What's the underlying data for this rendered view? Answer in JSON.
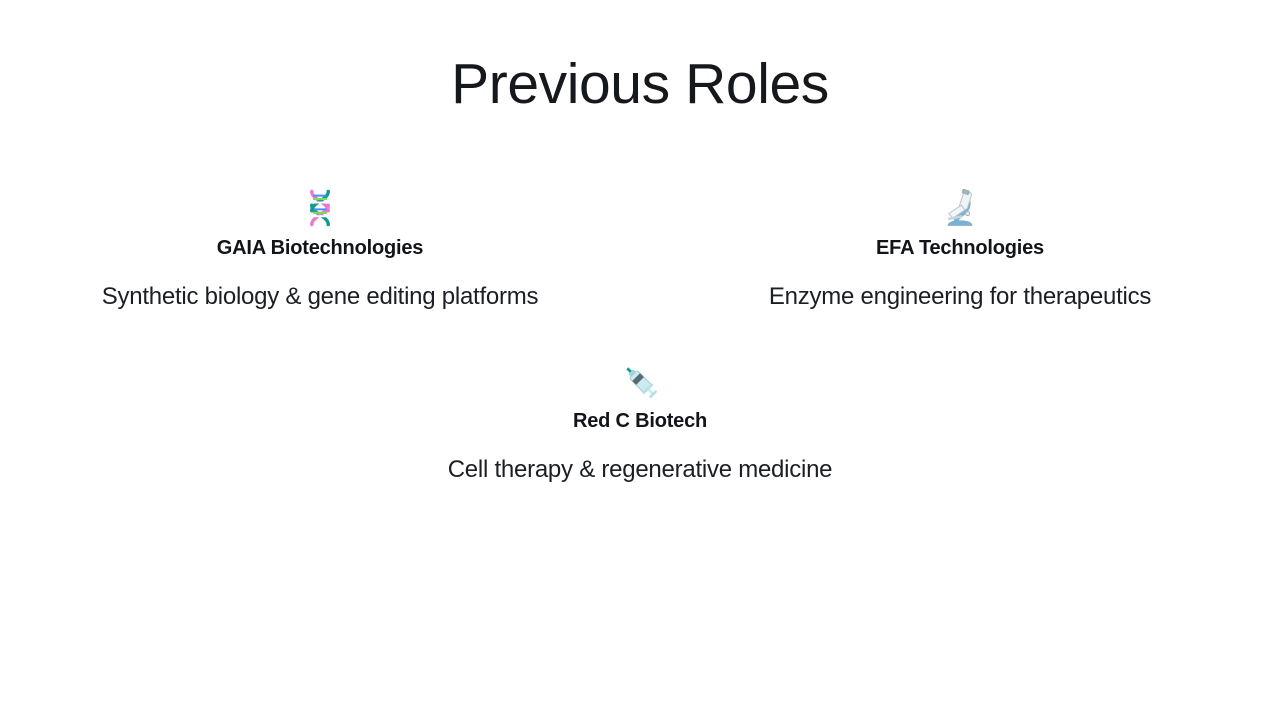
{
  "slide": {
    "title": "Previous Roles",
    "background_color": "#ffffff",
    "text_color": "#111418"
  },
  "roles": [
    {
      "icon": "dna-icon",
      "icon_glyph": "🧬",
      "name": "GAIA Biotechnologies",
      "description": "Synthetic biology & gene editing platforms",
      "layout": "half"
    },
    {
      "icon": "microscope-icon",
      "icon_glyph": "🔬",
      "name": "EFA Technologies",
      "description": "Enzyme engineering for therapeutics",
      "layout": "half"
    },
    {
      "icon": "syringe-icon",
      "icon_glyph": "💉",
      "name": "Red C Biotech",
      "description": "Cell therapy & regenerative medicine",
      "layout": "full"
    }
  ],
  "icon_colors": {
    "dna_pink": "#e879cf",
    "dna_teal": "#0f9b8e",
    "dna_blue": "#4f8ef7",
    "dna_green": "#7ed957",
    "microscope_blue": "#7cb2cf",
    "microscope_body": "#e8eef2",
    "syringe_body": "#bfe5ec",
    "syringe_needle": "#0f9b8e",
    "syringe_plunger": "#5a6a72"
  }
}
